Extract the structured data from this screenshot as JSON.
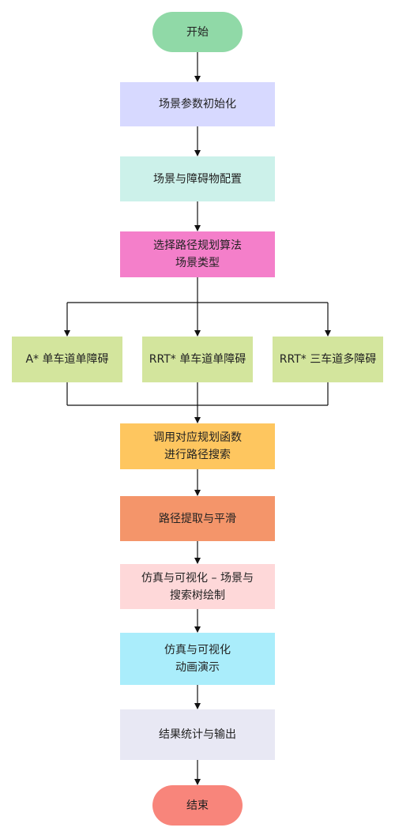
{
  "nodes": {
    "start": {
      "text": "开始",
      "color": "#90d9a7"
    },
    "init": {
      "text": "场景参数初始化",
      "color": "#d7d9ff"
    },
    "config": {
      "text": "场景与障碍物配置",
      "color": "#ccf1ea"
    },
    "select": {
      "line1": "选择路径规划算法",
      "line2": "场景类型",
      "color": "#f47fca"
    },
    "branch_a": {
      "text": "A* 单车道单障碍",
      "color": "#d3e59d"
    },
    "branch_b": {
      "text": "RRT* 单车道单障碍",
      "color": "#d3e59d"
    },
    "branch_c": {
      "text": "RRT* 三车道多障碍",
      "color": "#d3e59d"
    },
    "call": {
      "line1": "调用对应规划函数",
      "line2": "进行路径搜索",
      "color": "#fec65f"
    },
    "extract": {
      "text": "路径提取与平滑",
      "color": "#f4956a"
    },
    "visualize": {
      "line1": "仿真与可视化 – 场景与",
      "line2": "搜索树绘制",
      "color": "#fed8d9"
    },
    "animate": {
      "line1": "仿真与可视化",
      "line2": "动画演示",
      "color": "#aaedfb"
    },
    "stats": {
      "text": "结果统计与输出",
      "color": "#e8e8f4"
    },
    "end": {
      "text": "结束",
      "color": "#f8857b"
    }
  },
  "edge_color": "#111111"
}
